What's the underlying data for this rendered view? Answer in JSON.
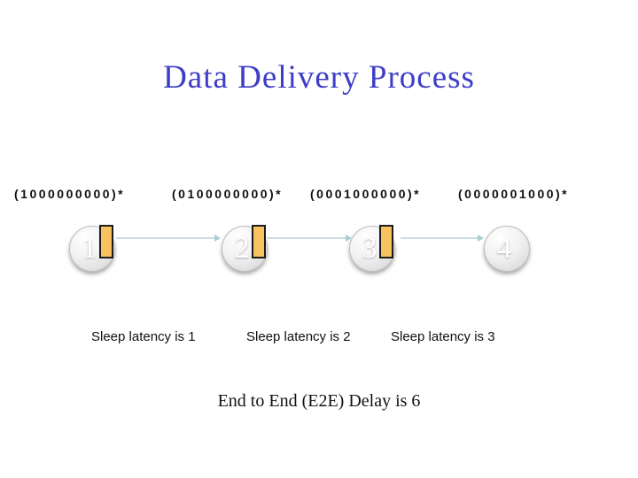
{
  "slide": {
    "title": "Data Delivery Process",
    "footer": "End to End (E2E) Delay is 6"
  },
  "nodes": [
    {
      "number": "1",
      "pattern": "(1000000000)*"
    },
    {
      "number": "2",
      "pattern": "(0100000000)*"
    },
    {
      "number": "3",
      "pattern": "(0001000000)*"
    },
    {
      "number": "4",
      "pattern": "(0000001000)*"
    }
  ],
  "latencies": [
    {
      "text": "Sleep latency is 1"
    },
    {
      "text": "Sleep latency is 2"
    },
    {
      "text": "Sleep latency is 3"
    }
  ],
  "colors": {
    "title_blue": "#3d3dc7",
    "buffer_orange": "#f8c35e",
    "buffer_border": "#1b1b1b",
    "connector_blue": "#c9dfe3",
    "arrow_blue": "#a9ced6",
    "circle_gray": "#d2d2d2",
    "text_black": "#111111",
    "background": "#ffffff"
  }
}
